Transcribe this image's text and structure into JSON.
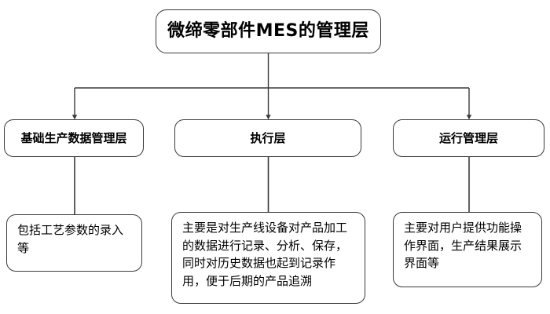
{
  "diagram": {
    "title": "微缔零部件MES的管理层",
    "background_color": "#ffffff",
    "line_color": "#3a3a3a",
    "box_fill": "#ffffff",
    "root": {
      "label": "微缔零部件MES的管理层"
    },
    "layers": [
      {
        "label": "基础生产数据管理层"
      },
      {
        "label": "执行层"
      },
      {
        "label": "运行管理层"
      }
    ],
    "descriptions": [
      {
        "label": "包括工艺参数的录入等"
      },
      {
        "label": "主要是对生产线设备对产品加工的数据进行记录、分析、保存，同时对历史数据也起到记录作用，便于后期的产品追溯"
      },
      {
        "label": "主要对用户提供功能操作界面，生产结果展示界面等"
      }
    ],
    "connectors": {
      "root_to_bus": "vertical",
      "bus": "horizontal",
      "bus_to_layers": "arrow-down",
      "layer_to_description": "line-down"
    }
  }
}
